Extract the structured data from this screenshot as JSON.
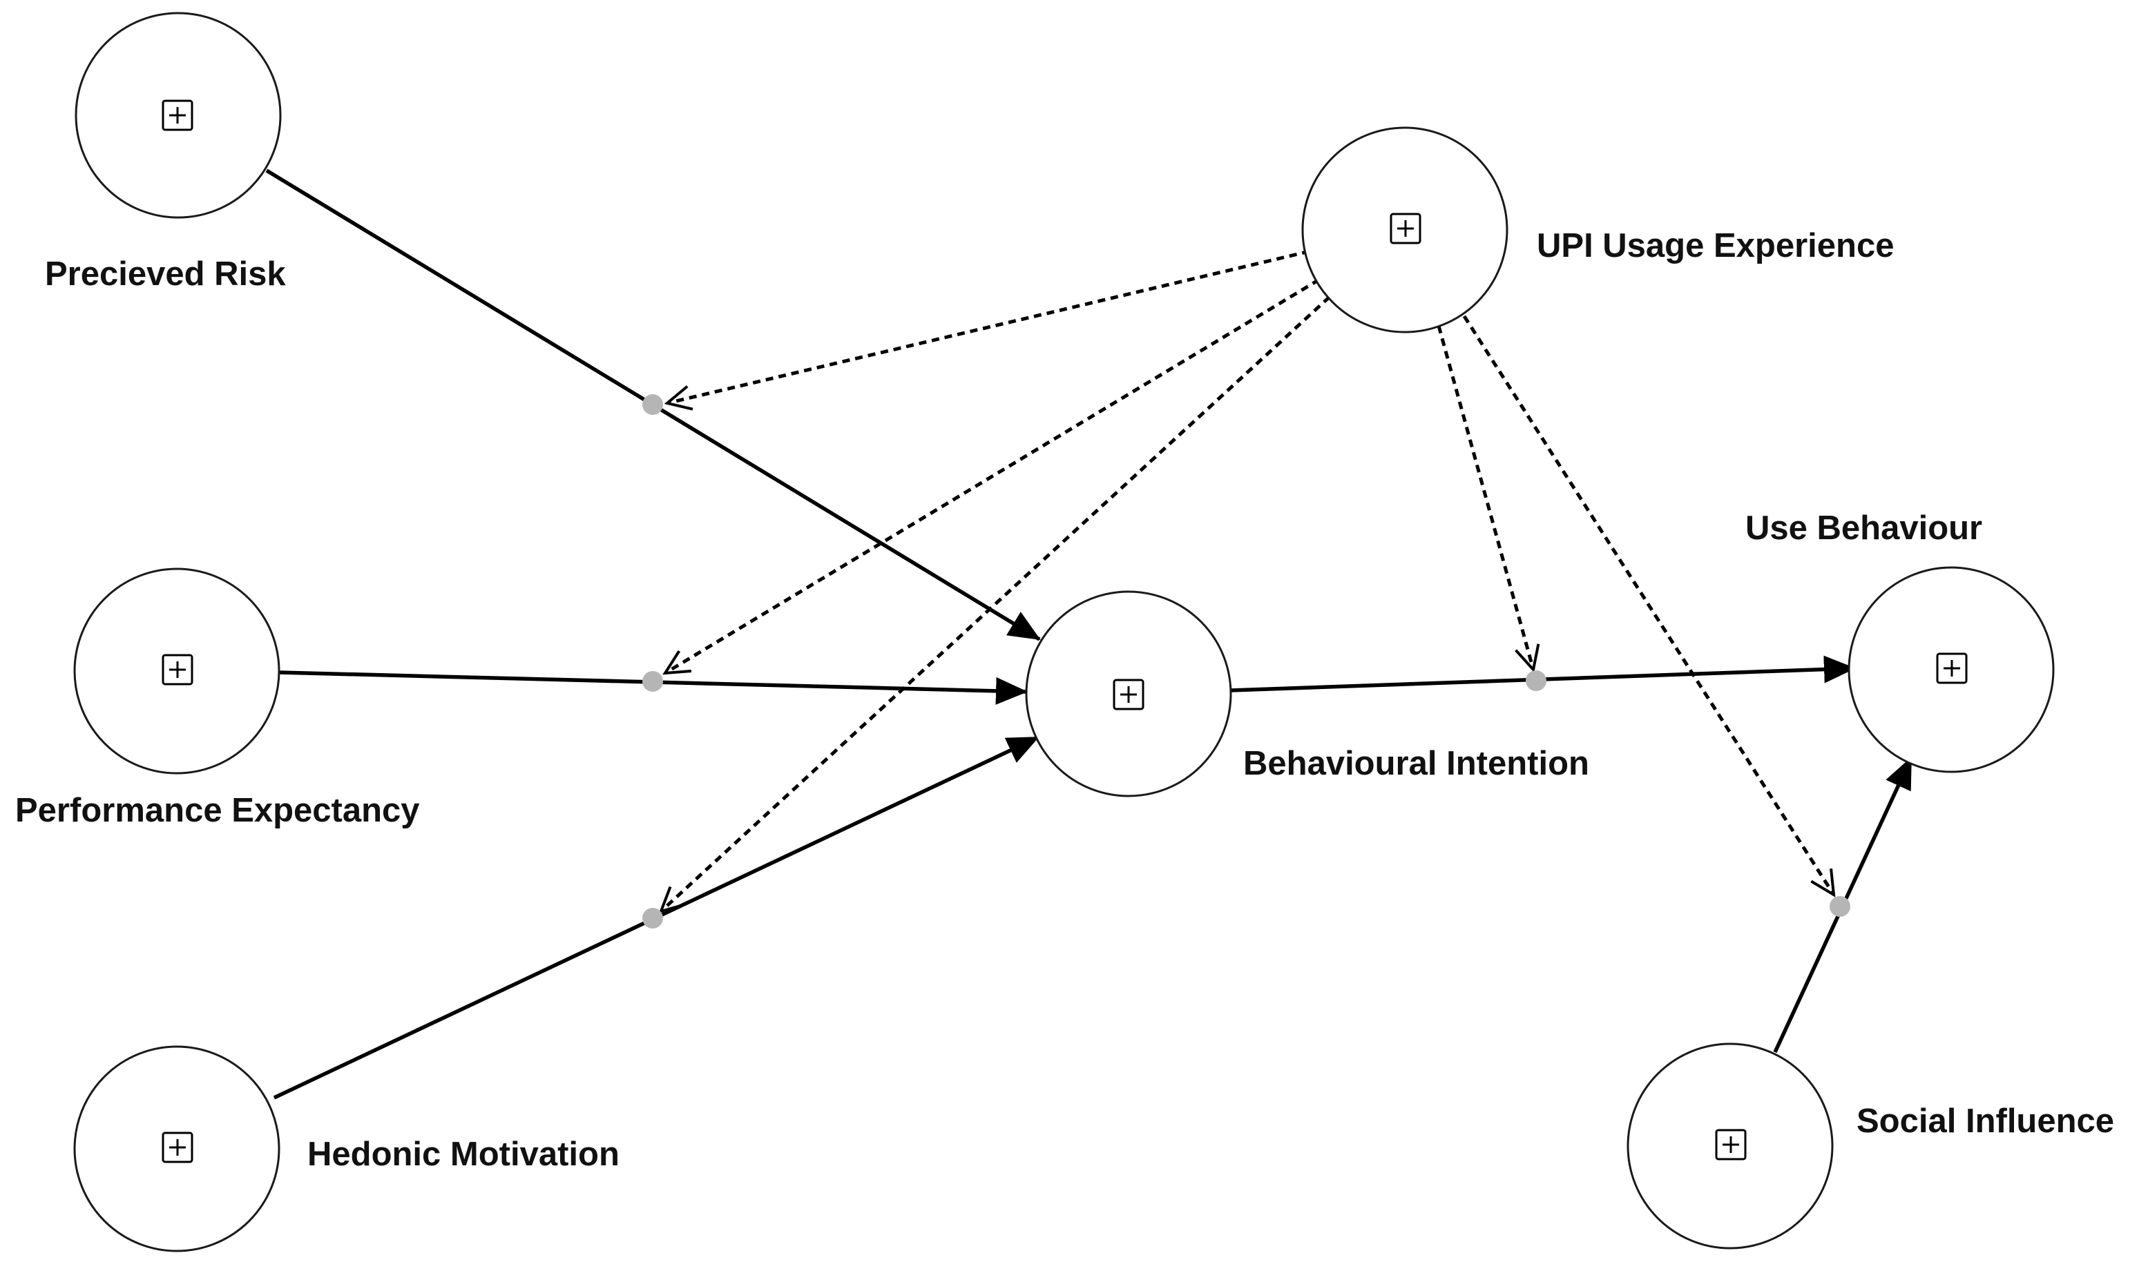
{
  "nodes": [
    {
      "id": "perceived-risk",
      "label": "Precieved Risk"
    },
    {
      "id": "performance-expectancy",
      "label": "Performance Expectancy"
    },
    {
      "id": "hedonic-motivation",
      "label": "Hedonic Motivation"
    },
    {
      "id": "behavioural-intention",
      "label": "Behavioural Intention"
    },
    {
      "id": "upi-usage-experience",
      "label": "UPI Usage Experience"
    },
    {
      "id": "use-behaviour",
      "label": "Use Behaviour"
    },
    {
      "id": "social-influence",
      "label": "Social Influence"
    }
  ],
  "paths": [
    {
      "from": "perceived-risk",
      "to": "behavioural-intention",
      "style": "solid"
    },
    {
      "from": "performance-expectancy",
      "to": "behavioural-intention",
      "style": "solid"
    },
    {
      "from": "hedonic-motivation",
      "to": "behavioural-intention",
      "style": "solid"
    },
    {
      "from": "behavioural-intention",
      "to": "use-behaviour",
      "style": "solid"
    },
    {
      "from": "social-influence",
      "to": "use-behaviour",
      "style": "solid"
    }
  ],
  "moderations": [
    {
      "from": "upi-usage-experience",
      "on_path": "perceived-risk -> behavioural-intention",
      "style": "dotted"
    },
    {
      "from": "upi-usage-experience",
      "on_path": "performance-expectancy -> behavioural-intention",
      "style": "dashed"
    },
    {
      "from": "upi-usage-experience",
      "on_path": "hedonic-motivation -> behavioural-intention",
      "style": "dashed"
    },
    {
      "from": "upi-usage-experience",
      "on_path": "behavioural-intention -> use-behaviour",
      "style": "dashed"
    },
    {
      "from": "upi-usage-experience",
      "on_path": "social-influence -> use-behaviour",
      "style": "dotted"
    }
  ],
  "colors": {
    "line": "#000000",
    "node_fill": "#ffffff",
    "moderation_dot": "#b5b5b5"
  },
  "node_icon": "expand-plus-icon"
}
